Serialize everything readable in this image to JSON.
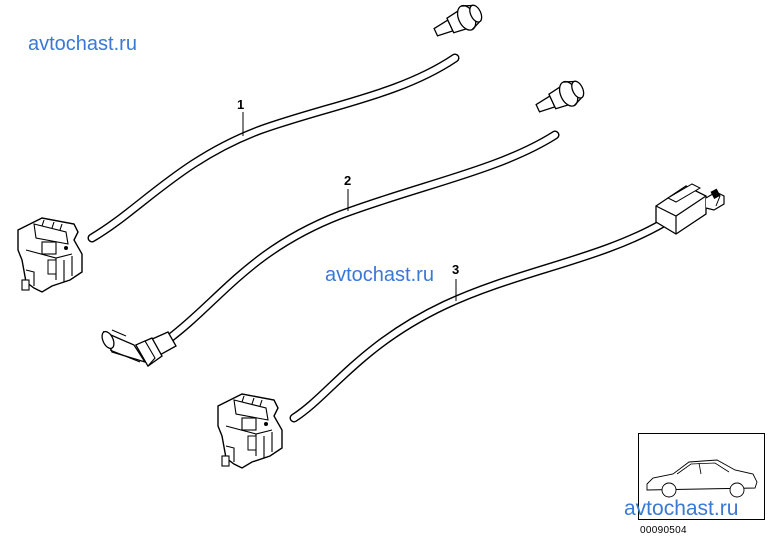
{
  "watermarks": [
    "avtochast.ru",
    "avtochast.ru",
    "avtochast.ru"
  ],
  "callouts": {
    "part1": "1",
    "part2": "2",
    "part3": "3"
  },
  "diagram_id": "00090504",
  "icons": {
    "connector": "flat-connector-icon",
    "plug_round": "round-plug-icon",
    "plug_angled": "angled-plug-icon",
    "plug_square": "square-plug-icon",
    "thumbnail": "car-silhouette-icon"
  },
  "colors": {
    "line": "#000000",
    "watermark": "#3a78d6",
    "background": "#ffffff"
  }
}
